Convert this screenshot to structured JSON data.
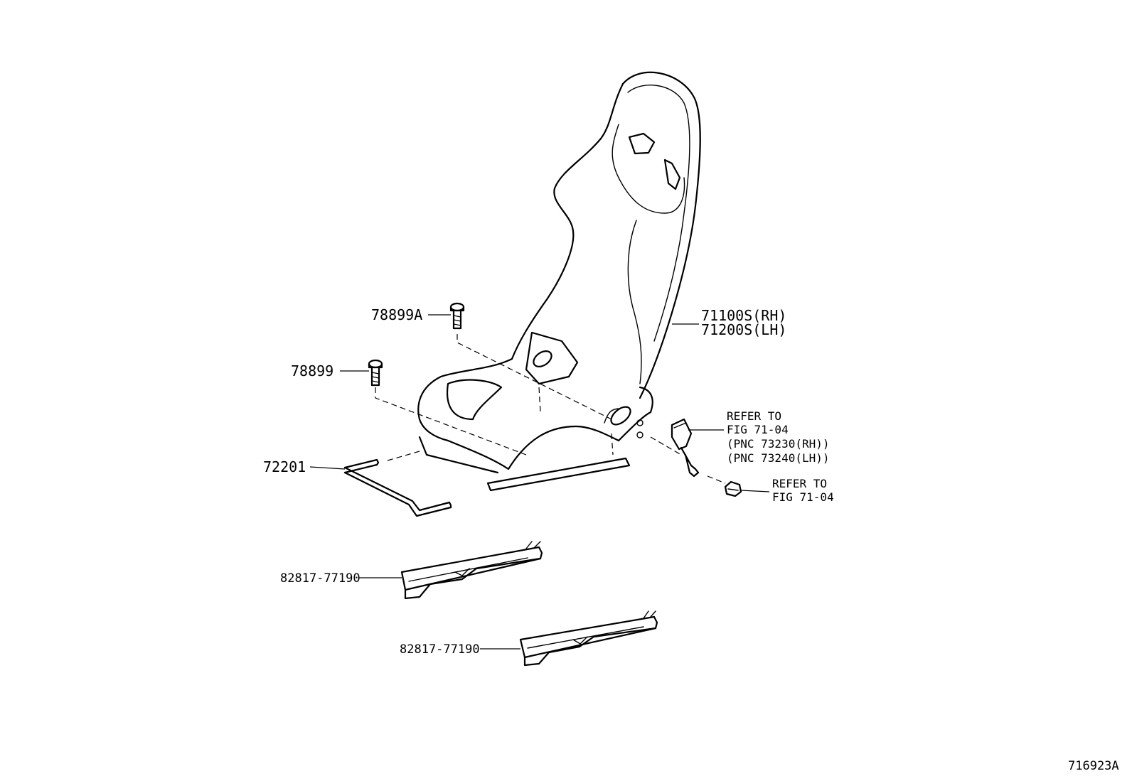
{
  "labels": {
    "seat_rh": "71100S(RH)",
    "seat_lh": "71200S(LH)",
    "screw_a": "78899A",
    "screw": "78899",
    "lever": "72201",
    "rail_1": "82817-77190",
    "rail_2": "82817-77190",
    "belt_refer_1": "REFER TO",
    "belt_refer_2": "FIG 71-04",
    "belt_refer_3": "(PNC 73230(RH))",
    "belt_refer_4": "(PNC 73240(LH))",
    "bolt_refer_1": "REFER TO",
    "bolt_refer_2": "FIG 71-04",
    "figure_id": "716923A"
  }
}
